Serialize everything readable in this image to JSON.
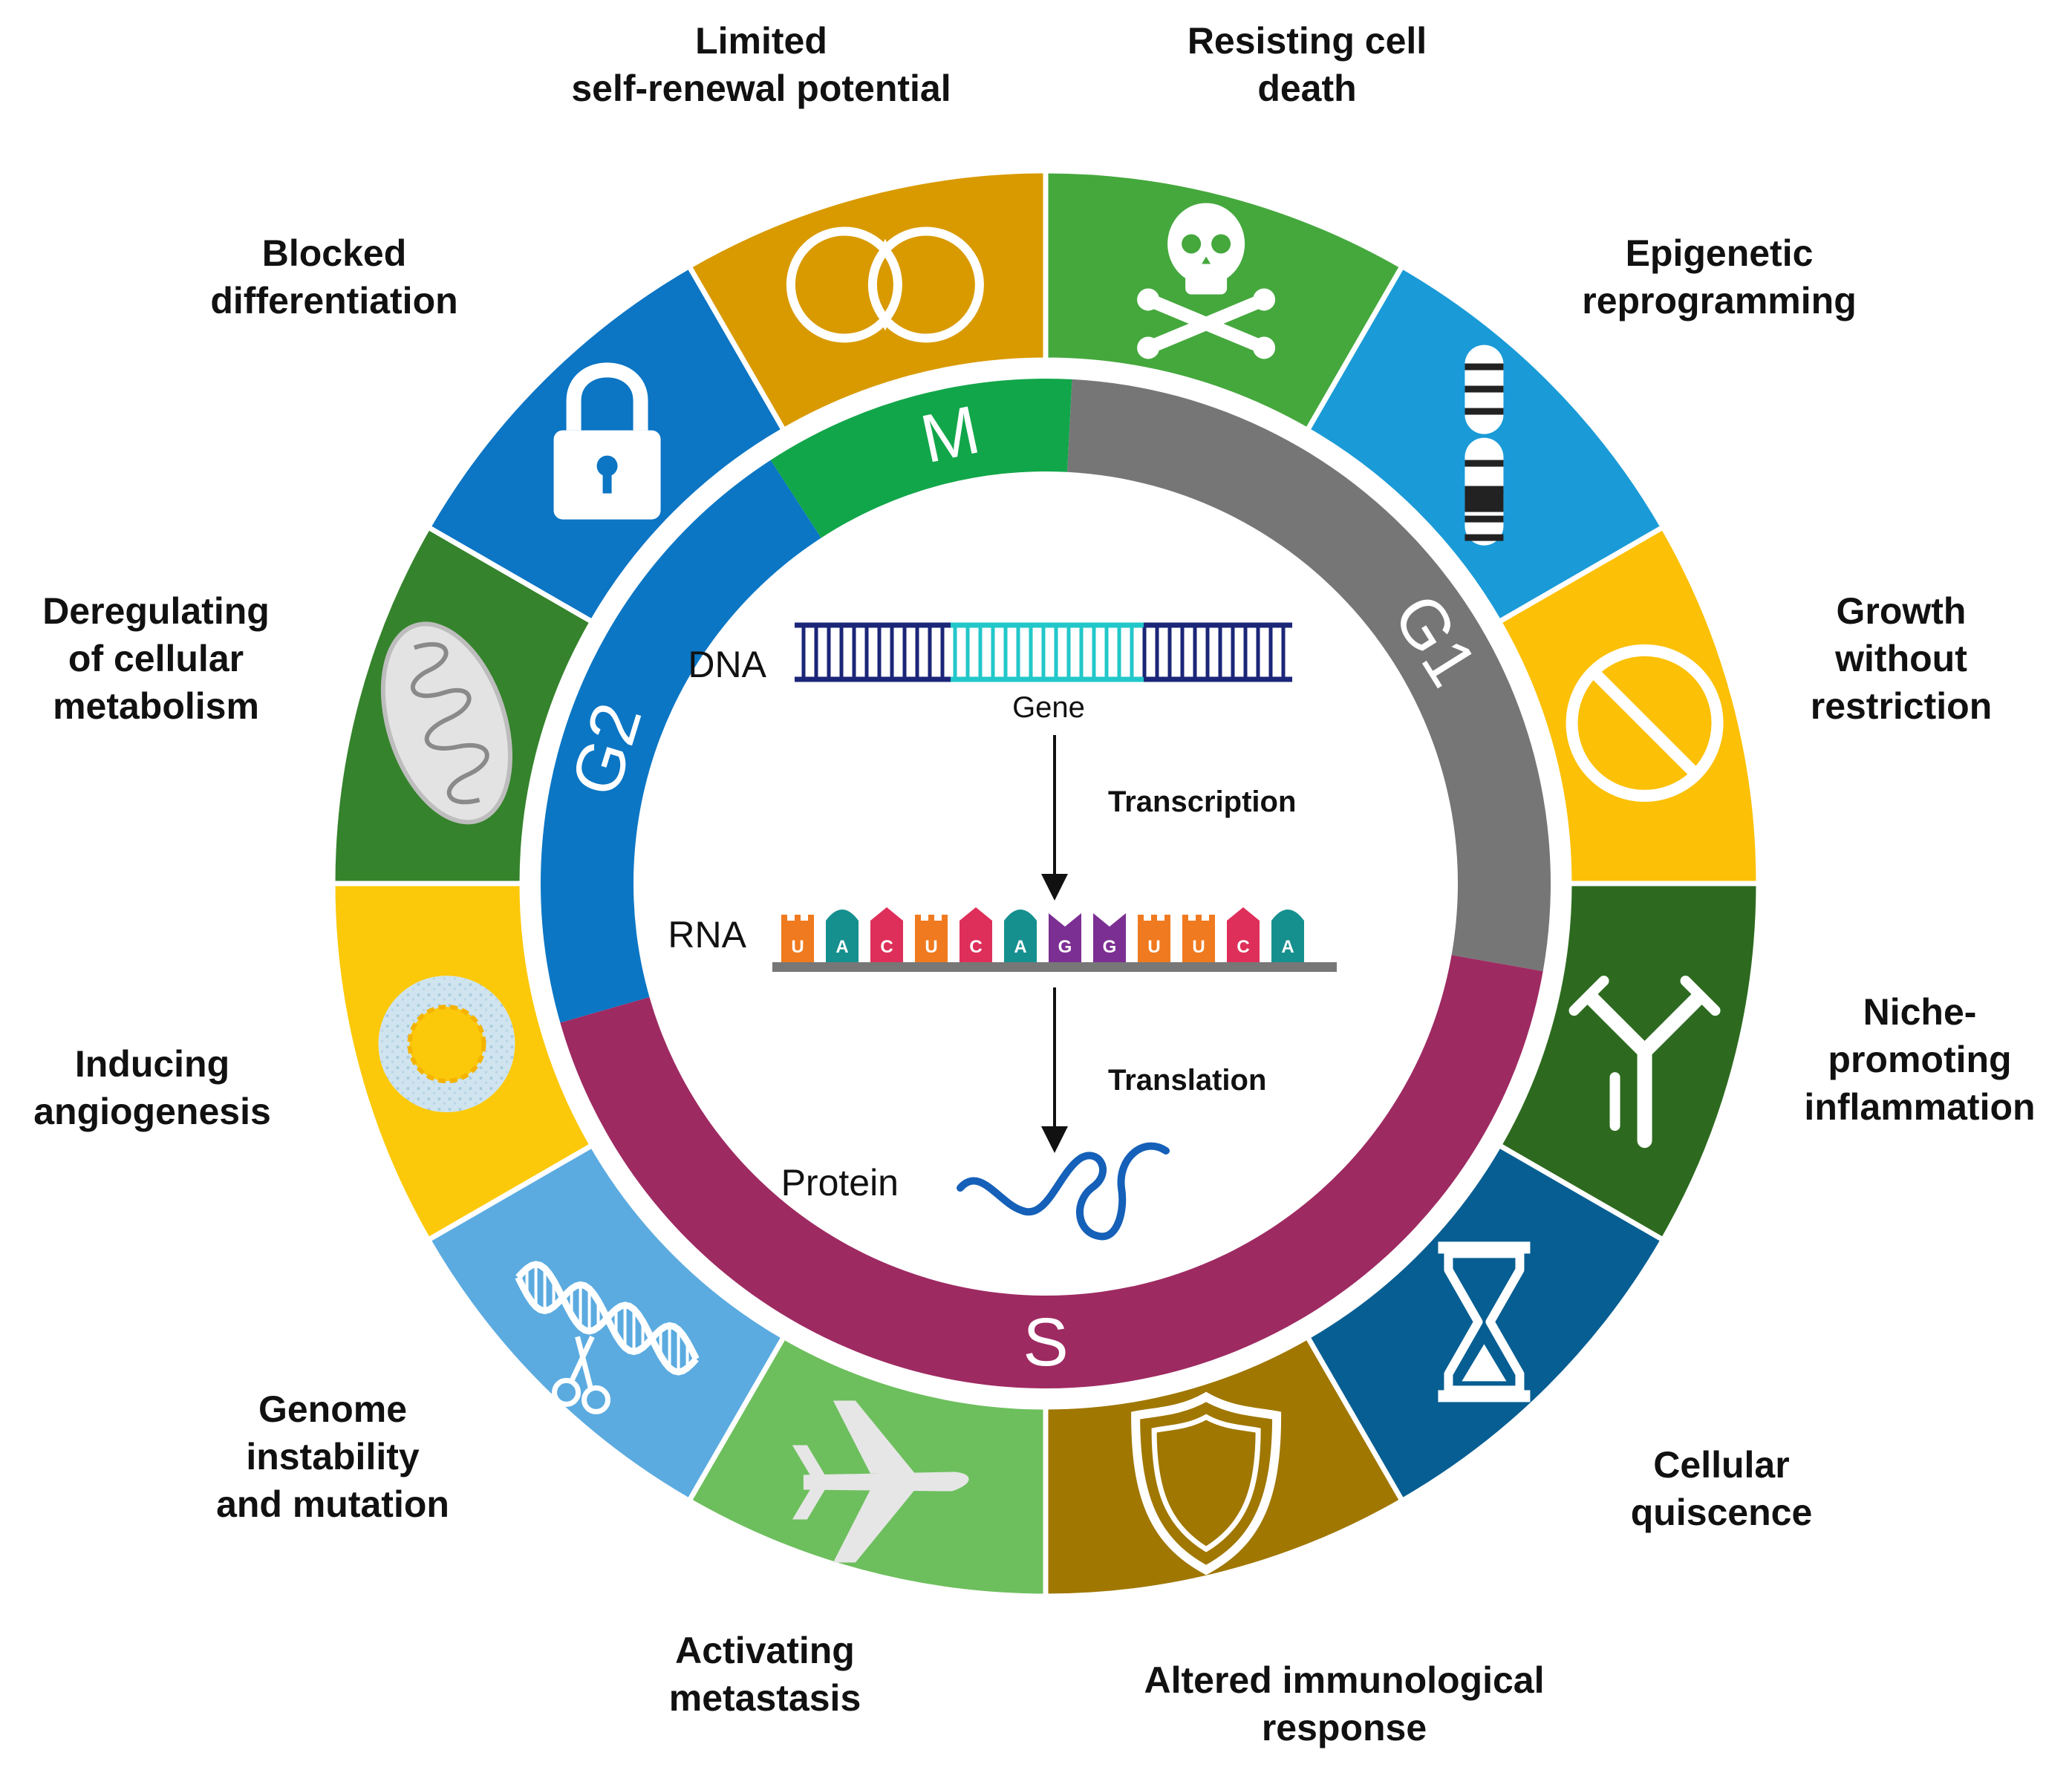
{
  "hallmarks": [
    {
      "label_lines": [
        "Resisting cell",
        "death"
      ],
      "color": "#45a83d",
      "icon": "skull-crossbones-icon"
    },
    {
      "label_lines": [
        "Epigenetic",
        "reprogramming"
      ],
      "color": "#1a9bd7",
      "icon": "chromosome-icon"
    },
    {
      "label_lines": [
        "Growth",
        "without",
        "restriction"
      ],
      "color": "#fcc006",
      "icon": "prohibited-icon"
    },
    {
      "label_lines": [
        "Niche-",
        "promoting",
        "inflammation"
      ],
      "color": "#2d6a1f",
      "icon": "antibody-icon"
    },
    {
      "label_lines": [
        "Cellular",
        "quiscence"
      ],
      "color": "#075e92",
      "icon": "hourglass-icon"
    },
    {
      "label_lines": [
        "Altered immunological",
        "response"
      ],
      "color": "#a07700",
      "icon": "shield-icon"
    },
    {
      "label_lines": [
        "Activating",
        "metastasis"
      ],
      "color": "#6dbf5d",
      "icon": "airplane-icon"
    },
    {
      "label_lines": [
        "Genome",
        "instability",
        "and mutation"
      ],
      "color": "#5babe0",
      "icon": "dna-scissors-icon"
    },
    {
      "label_lines": [
        "Inducing",
        "angiogenesis"
      ],
      "color": "#fcc90a",
      "icon": "blood-vessel-icon"
    },
    {
      "label_lines": [
        "Deregulating",
        "of cellular",
        "metabolism"
      ],
      "color": "#35832c",
      "icon": "mitochondrion-icon"
    },
    {
      "label_lines": [
        "Blocked",
        "differentiation"
      ],
      "color": "#0c75c4",
      "icon": "padlock-icon"
    },
    {
      "label_lines": [
        "Limited",
        "self-renewal potential"
      ],
      "color": "#d99a00",
      "icon": "self-renewal-icon"
    }
  ],
  "cell_cycle": [
    {
      "label": "M",
      "color": "#12a64a"
    },
    {
      "label": "G1",
      "color": "#767676"
    },
    {
      "label": "S",
      "color": "#9e2a62"
    },
    {
      "label": "G2",
      "color": "#0b76c4"
    }
  ],
  "dogma": {
    "dna_label": "DNA",
    "gene_label": "Gene",
    "transcription_label": "Transcription",
    "rna_label": "RNA",
    "rna_bases": [
      "U",
      "A",
      "C",
      "U",
      "C",
      "A",
      "G",
      "G",
      "U",
      "U",
      "C",
      "A"
    ],
    "translation_label": "Translation",
    "protein_label": "Protein",
    "colors": {
      "dna_backbone": "#1b2678",
      "gene": "#22c7c9",
      "protein": "#1560b8",
      "base_U": "#f07a1f",
      "base_A": "#16908f",
      "base_C": "#de2f5a",
      "base_G": "#7c2f93"
    }
  }
}
